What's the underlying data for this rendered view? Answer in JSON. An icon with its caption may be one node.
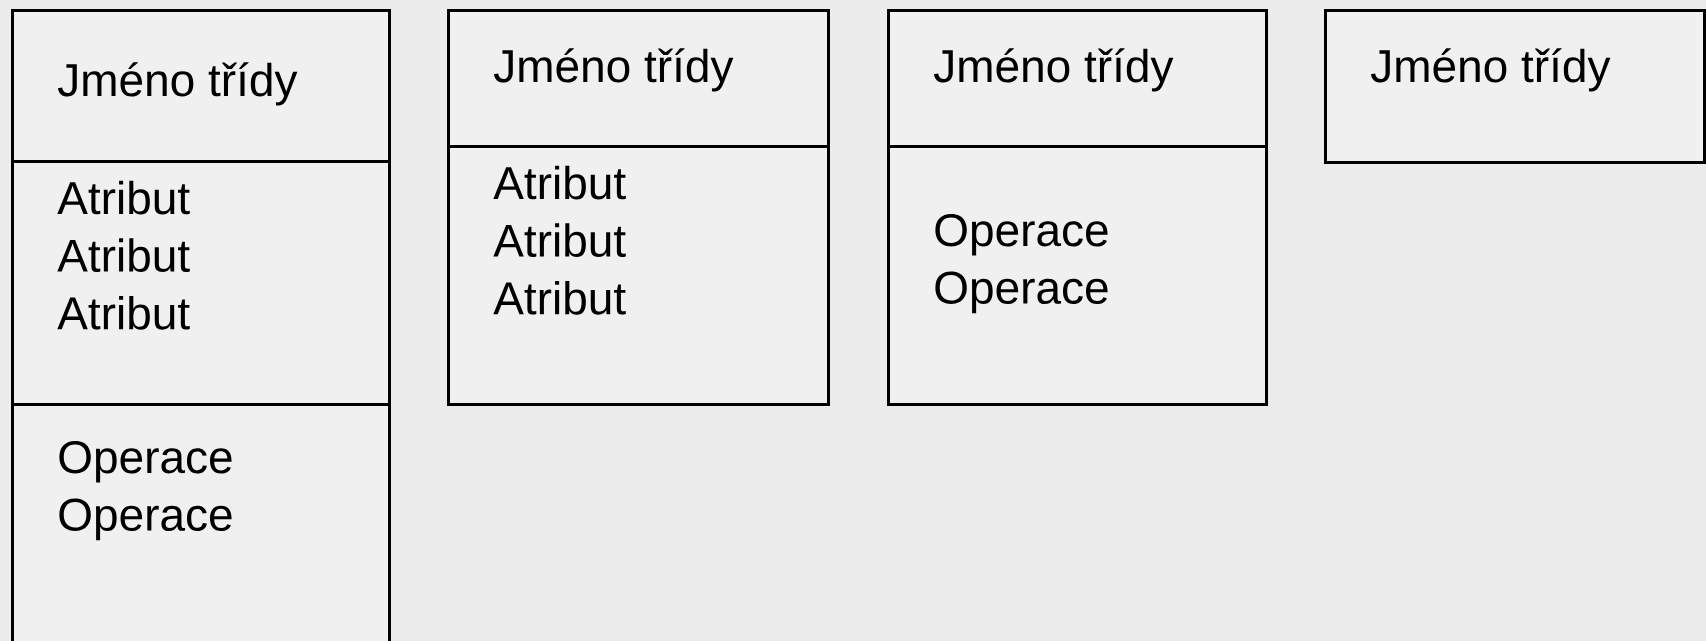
{
  "diagram": {
    "nodes": [
      {
        "text": [
          "Jméno třídy"
        ]
      },
      {
        "text": [
          "Atribut",
          "Atribut",
          "Atribut"
        ]
      },
      {
        "text": [
          "Operace",
          "Operace"
        ]
      },
      {
        "text": [
          "Jméno třídy"
        ]
      },
      {
        "text": [
          "Atribut",
          "Atribut",
          "Atribut"
        ]
      },
      {
        "text": [
          "Jméno třídy"
        ]
      },
      {
        "text": [
          "Operace",
          "Operace"
        ]
      },
      {
        "text": [
          "Jméno třídy"
        ]
      }
    ]
  }
}
